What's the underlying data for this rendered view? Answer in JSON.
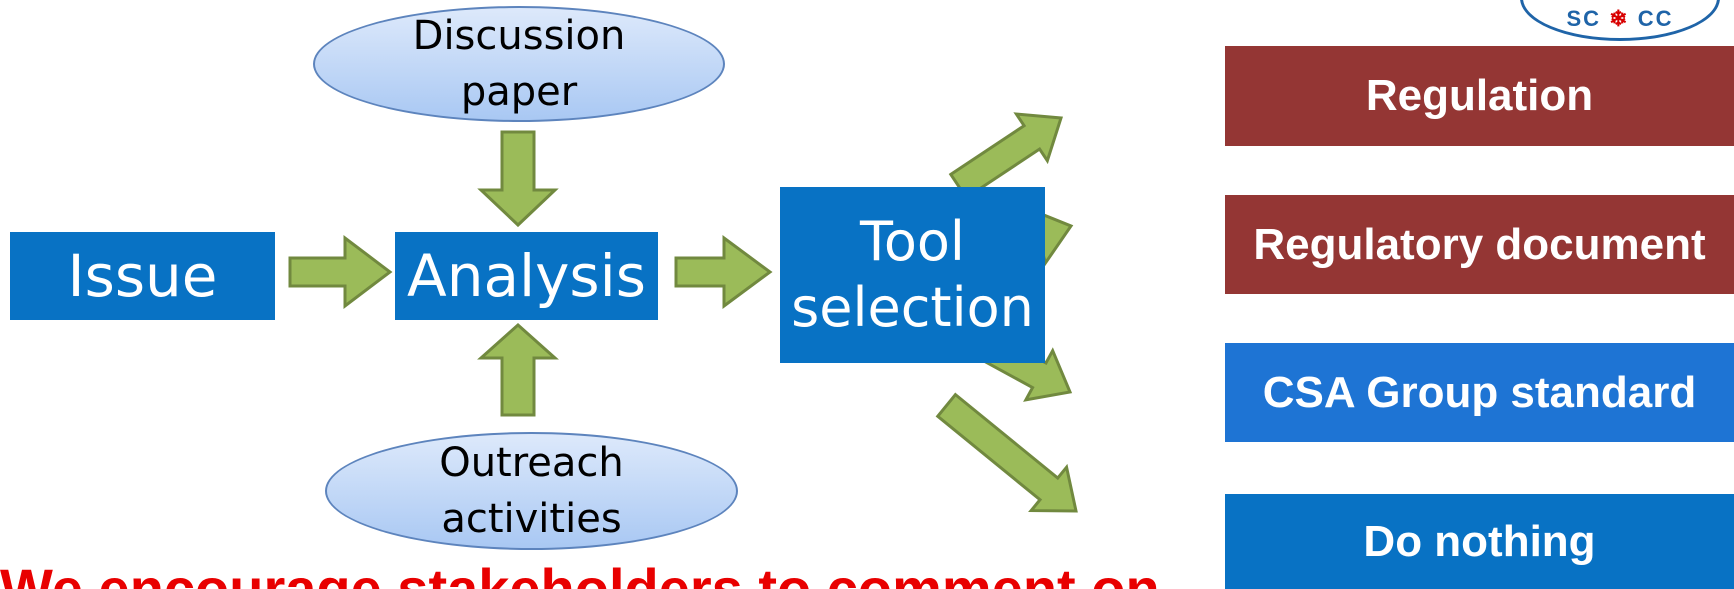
{
  "nodes": {
    "issue": "Issue",
    "analysis": "Analysis",
    "tool_selection": [
      "Tool",
      "selection"
    ],
    "discussion_paper": [
      "Discussion",
      "paper"
    ],
    "outreach_activities": [
      "Outreach",
      "activities"
    ]
  },
  "outcomes": {
    "regulation": "Regulation",
    "regulatory_document": "Regulatory document",
    "csa_group_standard": "CSA Group standard",
    "do_nothing": "Do nothing"
  },
  "bottom_banner": "We encourage stakeholders to comment on the CNSC's regulatory documents",
  "logo": {
    "text": "SC",
    "leaf": "♦",
    "text2": "CC"
  },
  "colors": {
    "blue_box": "#0872c4",
    "red_box": "#943634",
    "light_blue_box": "#1e74d4",
    "arrow_fill": "#9bbb59",
    "arrow_stroke": "#71893f",
    "ellipse_fill": "#c6daf8",
    "banner_text": "#e80000"
  }
}
